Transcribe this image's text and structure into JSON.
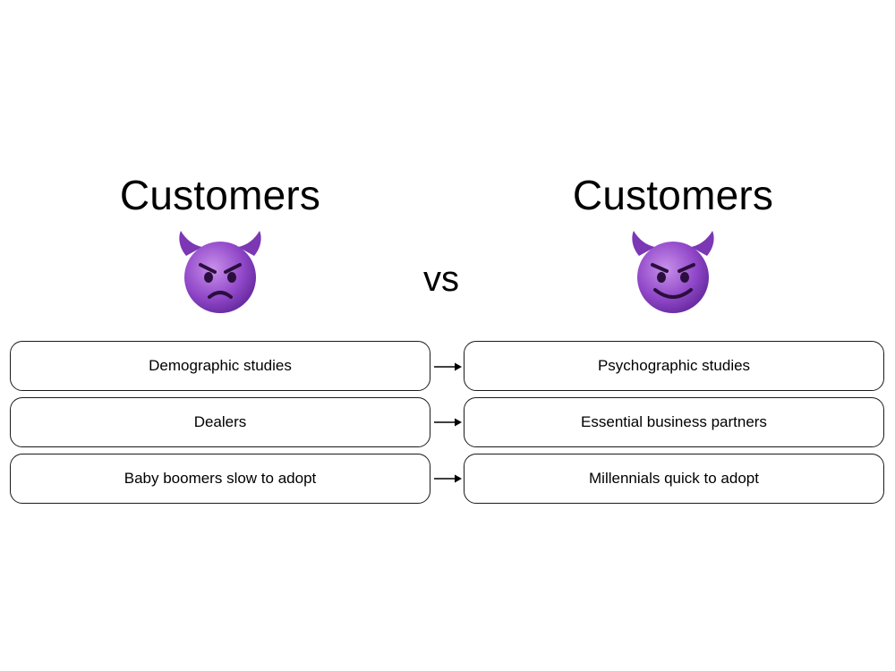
{
  "left": {
    "heading": "Customers",
    "face_icon": "angry-devil-icon",
    "items": [
      "Demographic studies",
      "Dealers",
      "Baby boomers slow to adopt"
    ]
  },
  "vs_label": "vs",
  "right": {
    "heading": "Customers",
    "face_icon": "smiling-devil-icon",
    "items": [
      "Psychographic studies",
      "Essential business partners",
      "Millennials quick to adopt"
    ]
  },
  "colors": {
    "devil_light": "#b77be0",
    "devil_dark": "#6a2fa3",
    "face_features": "#2a0f3d",
    "border": "#1a1a1a"
  }
}
